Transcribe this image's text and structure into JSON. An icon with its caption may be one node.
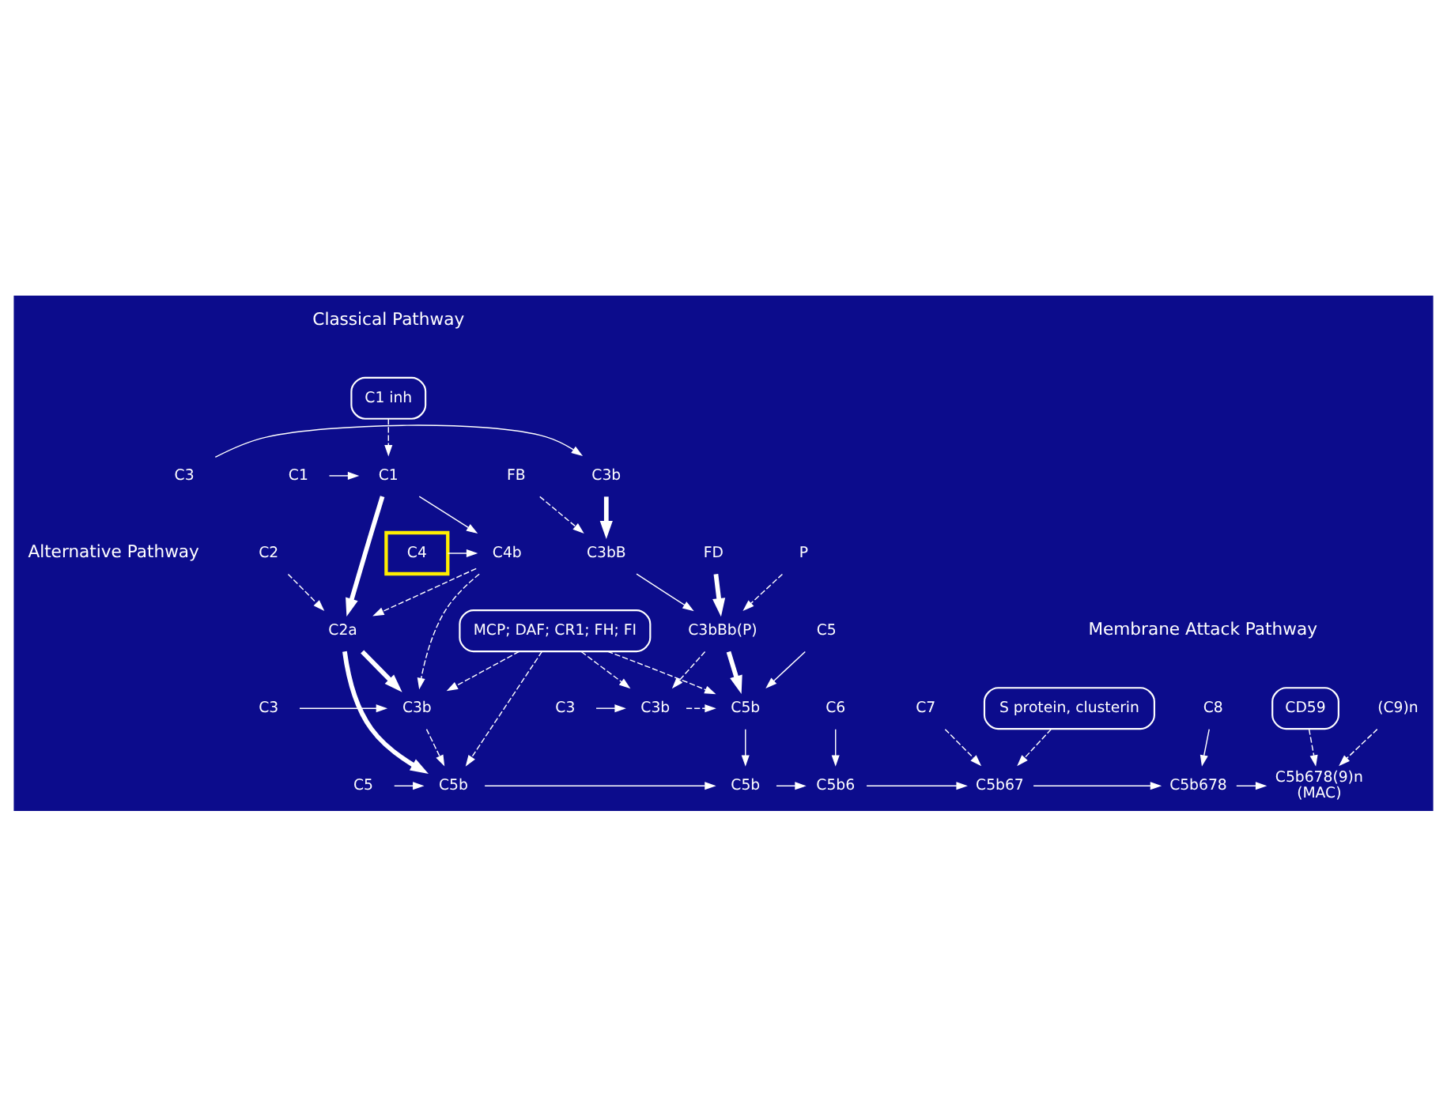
{
  "diagram": {
    "nodes": [
      {
        "text": [
          "C1 inh"
        ]
      },
      {
        "text": [
          "C1"
        ]
      },
      {
        "text": [
          "C1"
        ]
      },
      {
        "text": [
          "C4"
        ]
      },
      {
        "text": [
          "C2"
        ]
      },
      {
        "text": [
          "C4b"
        ]
      },
      {
        "text": [
          "C2a"
        ]
      },
      {
        "text": [
          "C3"
        ]
      },
      {
        "text": [
          "C3b"
        ]
      },
      {
        "text": [
          "C5"
        ]
      },
      {
        "text": [
          "C5b"
        ]
      },
      {
        "text": [
          "C5b"
        ]
      },
      {
        "text": [
          "C6"
        ]
      },
      {
        "text": [
          "C5b6"
        ]
      },
      {
        "text": [
          "C7"
        ]
      },
      {
        "text": [
          "C5b67"
        ]
      },
      {
        "text": [
          "C8"
        ]
      },
      {
        "text": [
          "C5b678"
        ]
      },
      {
        "text": [
          "(C9)n"
        ]
      },
      {
        "text": [
          "C5b678(9)n",
          "(MAC)"
        ]
      },
      {
        "text": [
          "S protein, clusterin"
        ]
      },
      {
        "text": [
          "CD59"
        ]
      },
      {
        "text": [
          "MCP; DAF; CR1; FH; FI"
        ]
      },
      {
        "text": [
          "C3"
        ]
      },
      {
        "text": [
          "C3b"
        ]
      },
      {
        "text": [
          "C5b"
        ]
      },
      {
        "text": [
          "C3bBb(P)"
        ]
      },
      {
        "text": [
          "C5"
        ]
      },
      {
        "text": [
          "FD"
        ]
      },
      {
        "text": [
          "P"
        ]
      },
      {
        "text": [
          "C3bB"
        ]
      },
      {
        "text": [
          "FB"
        ]
      },
      {
        "text": [
          "C3"
        ]
      },
      {
        "text": [
          "C3b"
        ]
      }
    ],
    "edges": [
      {
        "from": 0,
        "to": 2,
        "arrow": "to",
        "style": "dashed"
      },
      {
        "from": 1,
        "to": 2,
        "arrow": "to"
      },
      {
        "from": 2,
        "to": 5,
        "arrow": "to"
      },
      {
        "from": 3,
        "to": 5,
        "arrow": "to"
      },
      {
        "from": 2,
        "to": 6,
        "arrow": "to",
        "style": "thick"
      },
      {
        "from": 4,
        "to": 6,
        "arrow": "to",
        "style": "dashed"
      },
      {
        "from": 5,
        "to": 6,
        "arrow": "to",
        "style": "dashed"
      },
      {
        "from": 5,
        "to": 8,
        "arrow": "to",
        "style": "dashed"
      },
      {
        "from": 6,
        "to": 8,
        "arrow": "to",
        "style": "thick"
      },
      {
        "from": 7,
        "to": 8,
        "arrow": "to"
      },
      {
        "from": 6,
        "to": 10,
        "arrow": "to",
        "style": "thick"
      },
      {
        "from": 9,
        "to": 10,
        "arrow": "to"
      },
      {
        "from": 8,
        "to": 10,
        "arrow": "to",
        "style": "dashed"
      },
      {
        "from": 22,
        "to": 8,
        "arrow": "to",
        "style": "dashed"
      },
      {
        "from": 22,
        "to": 10,
        "arrow": "to",
        "style": "dashed"
      },
      {
        "from": 10,
        "to": 11,
        "arrow": "to"
      },
      {
        "from": 25,
        "to": 11,
        "arrow": "to"
      },
      {
        "from": 11,
        "to": 13,
        "arrow": "to"
      },
      {
        "from": 12,
        "to": 13,
        "arrow": "to"
      },
      {
        "from": 13,
        "to": 15,
        "arrow": "to"
      },
      {
        "from": 14,
        "to": 15,
        "arrow": "to",
        "style": "dashed"
      },
      {
        "from": 15,
        "to": 17,
        "arrow": "to"
      },
      {
        "from": 16,
        "to": 17,
        "arrow": "to"
      },
      {
        "from": 17,
        "to": 19,
        "arrow": "to"
      },
      {
        "from": 18,
        "to": 19,
        "arrow": "to",
        "style": "dashed"
      },
      {
        "from": 20,
        "to": 15,
        "arrow": "to",
        "style": "dashed"
      },
      {
        "from": 21,
        "to": 19,
        "arrow": "to",
        "style": "dashed"
      },
      {
        "from": 22,
        "to": 24,
        "arrow": "to",
        "style": "dashed"
      },
      {
        "from": 22,
        "to": 25,
        "arrow": "to",
        "style": "dashed"
      },
      {
        "from": 23,
        "to": 24,
        "arrow": "to"
      },
      {
        "from": 24,
        "to": 25,
        "arrow": "to",
        "style": "dashed"
      },
      {
        "from": 26,
        "to": 24,
        "arrow": "to",
        "style": "dashed"
      },
      {
        "from": 26,
        "to": 25,
        "arrow": "to",
        "style": "thick"
      },
      {
        "from": 27,
        "to": 25,
        "arrow": "to"
      },
      {
        "from": 28,
        "to": 26,
        "arrow": "to",
        "style": "thick"
      },
      {
        "from": 29,
        "to": 26,
        "arrow": "to",
        "style": "dashed"
      },
      {
        "from": 30,
        "to": 26,
        "arrow": "to"
      },
      {
        "from": 32,
        "to": 33,
        "arrow": "to"
      },
      {
        "from": 33,
        "to": 30,
        "arrow": "to",
        "style": "thick"
      },
      {
        "from": 31,
        "to": 30,
        "arrow": "to",
        "style": "dashed"
      }
    ],
    "labels": [
      "Classical Pathway",
      "Membrane Attack Pathway",
      "Alternative Pathway"
    ]
  }
}
